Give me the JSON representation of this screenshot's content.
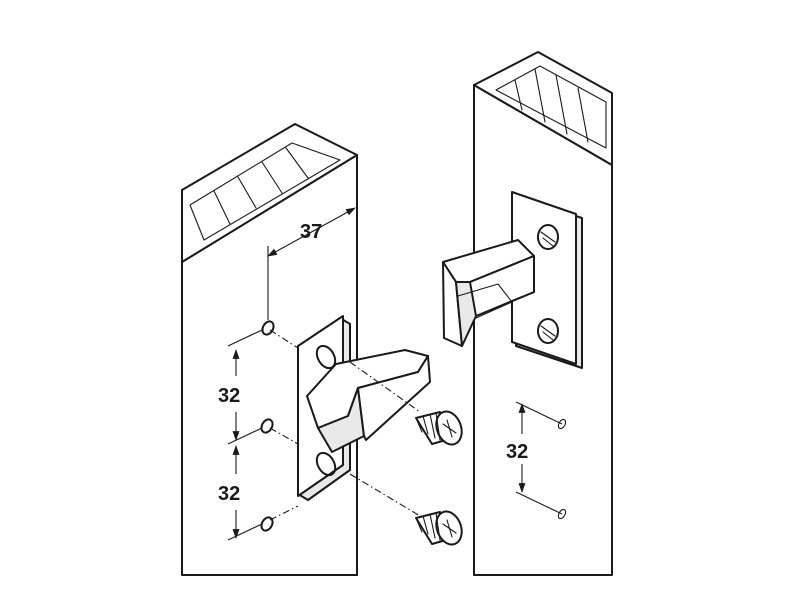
{
  "diagram": {
    "dimensions": {
      "width_offset": "37",
      "left_spacing_top": "32",
      "left_spacing_bottom": "32",
      "right_spacing": "32"
    },
    "colors": {
      "line": "#1a1a1a",
      "background": "#ffffff",
      "shade": "#e9e9e9"
    }
  }
}
